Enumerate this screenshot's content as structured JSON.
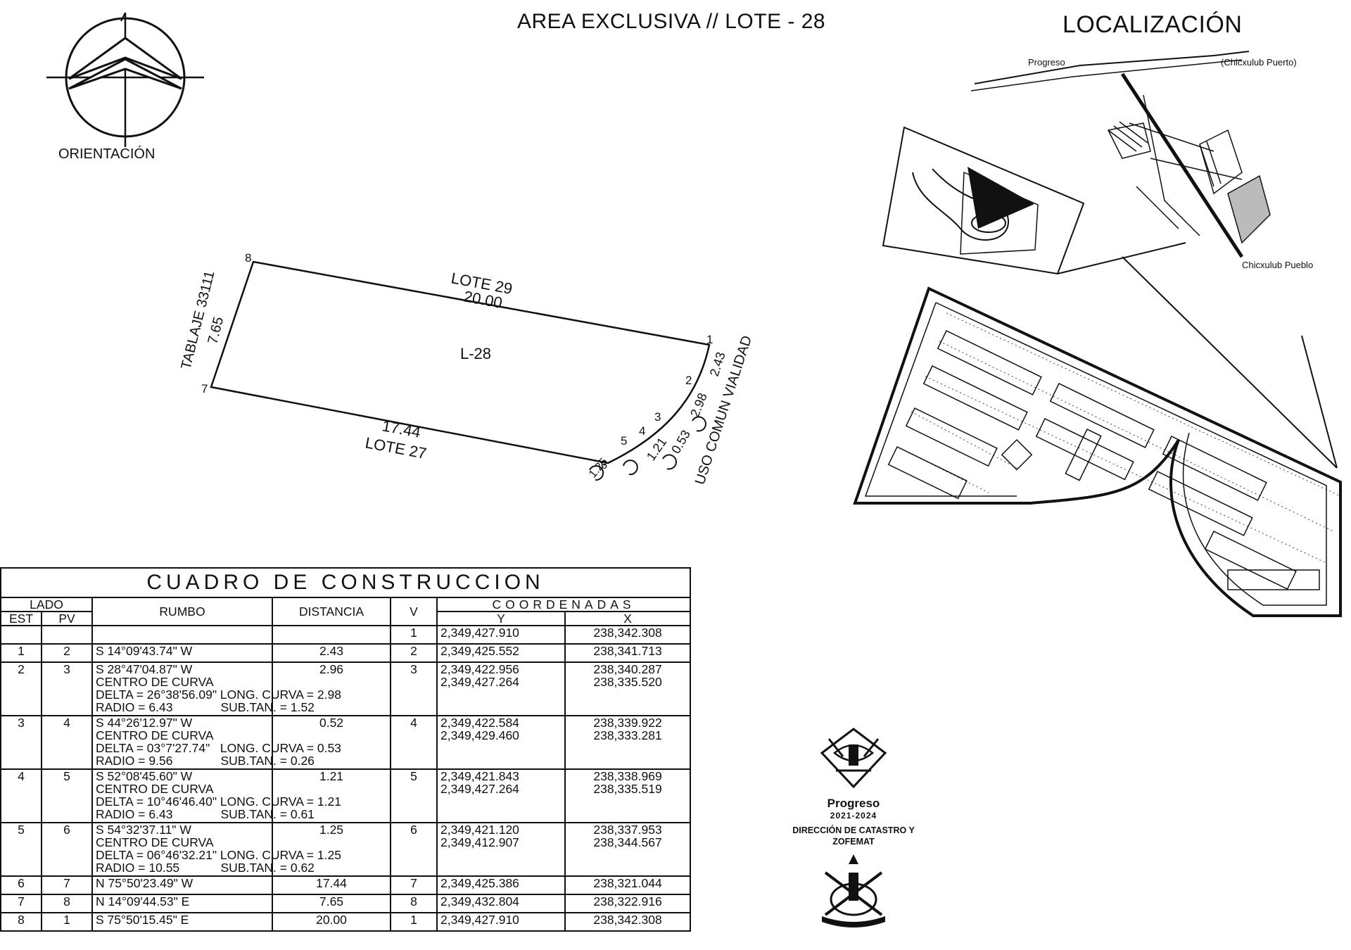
{
  "header": {
    "title": "AREA EXCLUSIVA // LOTE - 28",
    "location_title": "LOCALIZACIÓN",
    "orientation_label": "ORIENTACIÓN"
  },
  "plan": {
    "lot_label": "L-28",
    "top_label": "LOTE 29",
    "top_distance": "20.00",
    "bottom_distance": "17.44",
    "bottom_label": "LOTE 27",
    "left_label": "TABLAJE 33111",
    "left_distance": "7.65",
    "right_label": "USO COMUN VIALIDAD",
    "right_distances": [
      "2.43",
      "2.98",
      "0.53",
      "1.21",
      "1.25"
    ],
    "vertices": [
      "1",
      "2",
      "3",
      "4",
      "5",
      "6",
      "7",
      "8"
    ]
  },
  "location_map": {
    "labels": [
      "Progreso",
      "(Chicxulub Puerto)",
      "Chicxulub Pueblo"
    ]
  },
  "construction_table": {
    "title": "CUADRO DE CONSTRUCCION",
    "headers": {
      "lado": "LADO",
      "est": "EST",
      "pv": "PV",
      "rumbo": "RUMBO",
      "distancia": "DISTANCIA",
      "v": "V",
      "coordenadas": "COORDENADAS",
      "y": "Y",
      "x": "X"
    },
    "rows": [
      {
        "est": "",
        "pv": "",
        "rumbo": "",
        "distancia": "",
        "v": "1",
        "y": "2,349,427.910",
        "x": "238,342.308"
      },
      {
        "est": "1",
        "pv": "2",
        "rumbo": "S 14°09'43.74\" W",
        "distancia": "2.43",
        "v": "2",
        "y": "2,349,425.552",
        "x": "238,341.713"
      },
      {
        "est": "2",
        "pv": "3",
        "rumbo": "S 28°47'04.87\" W\nCENTRO DE CURVA\nDELTA = 26°38'56.09\" LONG. CURVA = 2.98\nRADIO = 6.43              SUB.TAN. = 1.52",
        "distancia": "2.96",
        "v": "3",
        "y": "2,349,422.956\n2,349,427.264",
        "x": "238,340.287\n238,335.520"
      },
      {
        "est": "3",
        "pv": "4",
        "rumbo": "S 44°26'12.97\" W\nCENTRO DE CURVA\nDELTA = 03°7'27.74\"   LONG. CURVA = 0.53\nRADIO = 9.56              SUB.TAN. = 0.26",
        "distancia": "0.52",
        "v": "4",
        "y": "2,349,422.584\n2,349,429.460",
        "x": "238,339.922\n238,333.281"
      },
      {
        "est": "4",
        "pv": "5",
        "rumbo": "S 52°08'45.60\" W\nCENTRO DE CURVA\nDELTA = 10°46'46.40\" LONG. CURVA = 1.21\nRADIO = 6.43              SUB.TAN. = 0.61",
        "distancia": "1.21",
        "v": "5",
        "y": "2,349,421.843\n2,349,427.264",
        "x": "238,338.969\n238,335.519"
      },
      {
        "est": "5",
        "pv": "6",
        "rumbo": "S 54°32'37.11\" W\nCENTRO DE CURVA\nDELTA = 06°46'32.21\" LONG. CURVA = 1.25\nRADIO = 10.55            SUB.TAN. = 0.62",
        "distancia": "1.25",
        "v": "6",
        "y": "2,349,421.120\n2,349,412.907",
        "x": "238,337.953\n238,344.567"
      },
      {
        "est": "6",
        "pv": "7",
        "rumbo": "N 75°50'23.49\" W",
        "distancia": "17.44",
        "v": "7",
        "y": "2,349,425.386",
        "x": "238,321.044"
      },
      {
        "est": "7",
        "pv": "8",
        "rumbo": "N 14°09'44.53\" E",
        "distancia": "7.65",
        "v": "8",
        "y": "2,349,432.804",
        "x": "238,322.916"
      },
      {
        "est": "8",
        "pv": "1",
        "rumbo": "S 75°50'15.45\" E",
        "distancia": "20.00",
        "v": "1",
        "y": "2,349,427.910",
        "x": "238,342.308"
      }
    ]
  },
  "seal": {
    "brand": "Progreso",
    "years": "2021-2024",
    "department": "DIRECCIÓN DE CATASTRO Y ZOFEMAT"
  }
}
